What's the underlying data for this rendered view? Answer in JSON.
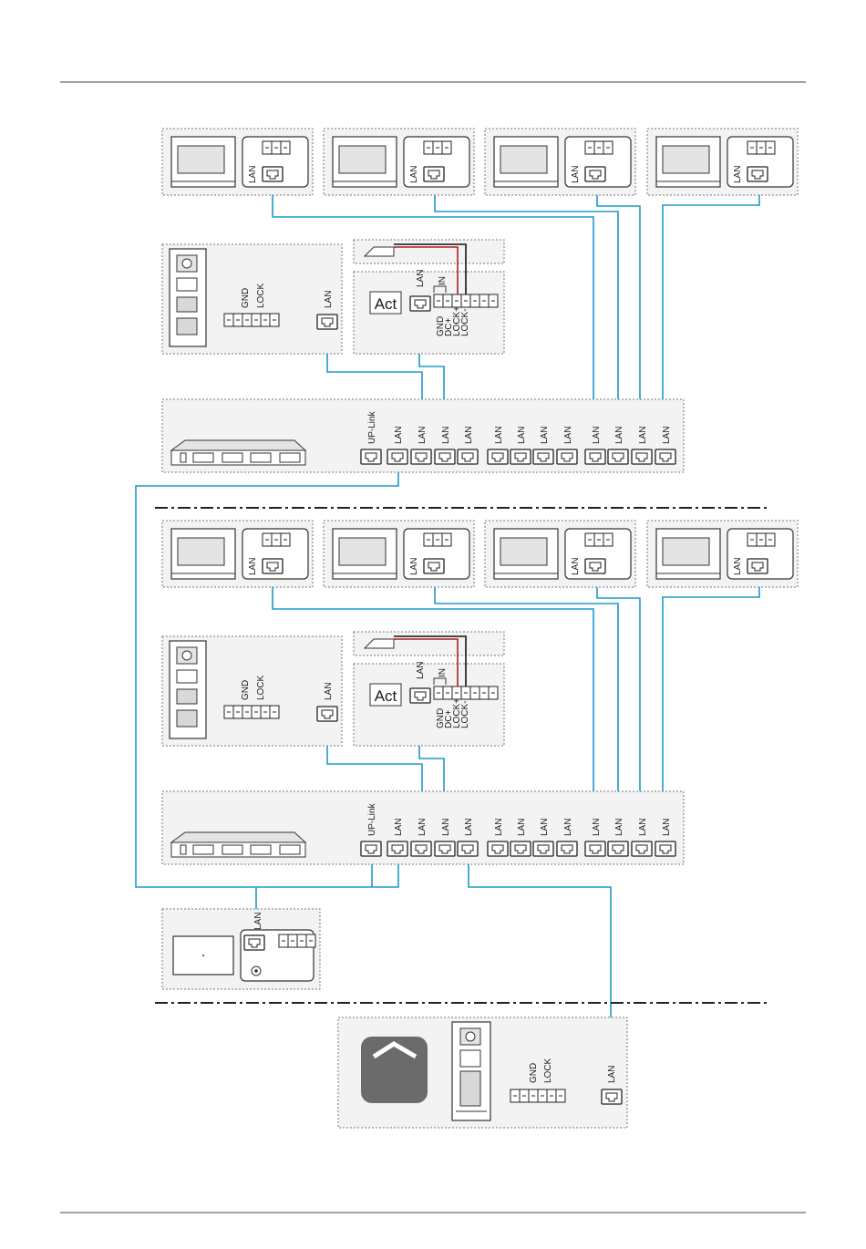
{
  "labels": {
    "lan": "LAN",
    "uplink": "UP-Link",
    "gnd": "GND",
    "lock": "LOCK",
    "in": "IN",
    "dc_plus": "DC+",
    "lock_plus": "LOCK+",
    "lock_minus": "LOCK-",
    "act": "Act"
  },
  "colors": {
    "wire": "#1e9bc9",
    "lock_wire_red": "#b02020",
    "lock_wire_black": "#111111",
    "box_fill": "#f3f3f3",
    "bell_fill": "#6b6b6b"
  },
  "icons": {
    "indoor_monitor": "indoor-monitor-icon",
    "door_station": "door-station-icon",
    "switch": "network-switch-icon",
    "actuator": "actuator-module-icon",
    "lock": "electric-lock-icon",
    "bell": "doorbell-icon",
    "guard_unit": "guard-unit-icon"
  }
}
